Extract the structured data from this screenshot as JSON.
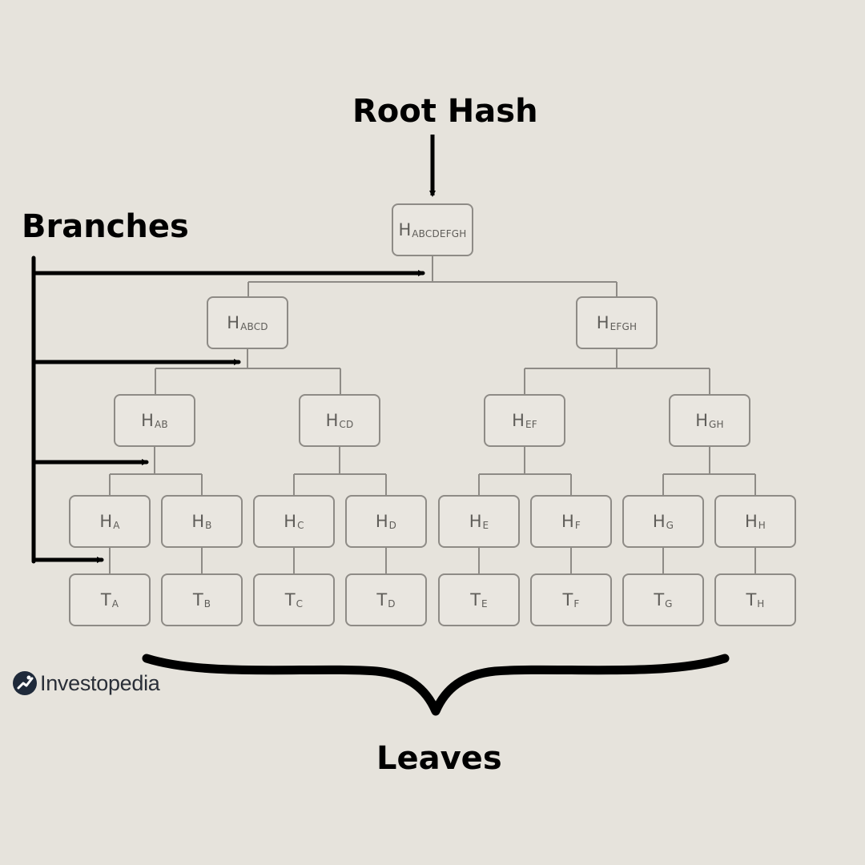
{
  "labels": {
    "root": "Root Hash",
    "branches": "Branches",
    "leaves": "Leaves"
  },
  "logo": {
    "text": "Investopedia"
  },
  "nodes": {
    "root": {
      "main": "H",
      "sub": "ABCDEFGH"
    },
    "abcd": {
      "main": "H",
      "sub": "ABCD"
    },
    "efgh": {
      "main": "H",
      "sub": "EFGH"
    },
    "ab": {
      "main": "H",
      "sub": "AB"
    },
    "cd": {
      "main": "H",
      "sub": "CD"
    },
    "ef": {
      "main": "H",
      "sub": "EF"
    },
    "gh": {
      "main": "H",
      "sub": "GH"
    },
    "h_a": {
      "main": "H",
      "sub": "A"
    },
    "h_b": {
      "main": "H",
      "sub": "B"
    },
    "h_c": {
      "main": "H",
      "sub": "C"
    },
    "h_d": {
      "main": "H",
      "sub": "D"
    },
    "h_e": {
      "main": "H",
      "sub": "E"
    },
    "h_f": {
      "main": "H",
      "sub": "F"
    },
    "h_g": {
      "main": "H",
      "sub": "G"
    },
    "h_h": {
      "main": "H",
      "sub": "H"
    },
    "t_a": {
      "main": "T",
      "sub": "A"
    },
    "t_b": {
      "main": "T",
      "sub": "B"
    },
    "t_c": {
      "main": "T",
      "sub": "C"
    },
    "t_d": {
      "main": "T",
      "sub": "D"
    },
    "t_e": {
      "main": "T",
      "sub": "E"
    },
    "t_f": {
      "main": "T",
      "sub": "F"
    },
    "t_g": {
      "main": "T",
      "sub": "G"
    },
    "t_h": {
      "main": "T",
      "sub": "H"
    }
  },
  "colors": {
    "background": "#e6e3dc",
    "node_border": "#8e8b86",
    "connector": "#8e8b86",
    "annotation": "#000000"
  }
}
